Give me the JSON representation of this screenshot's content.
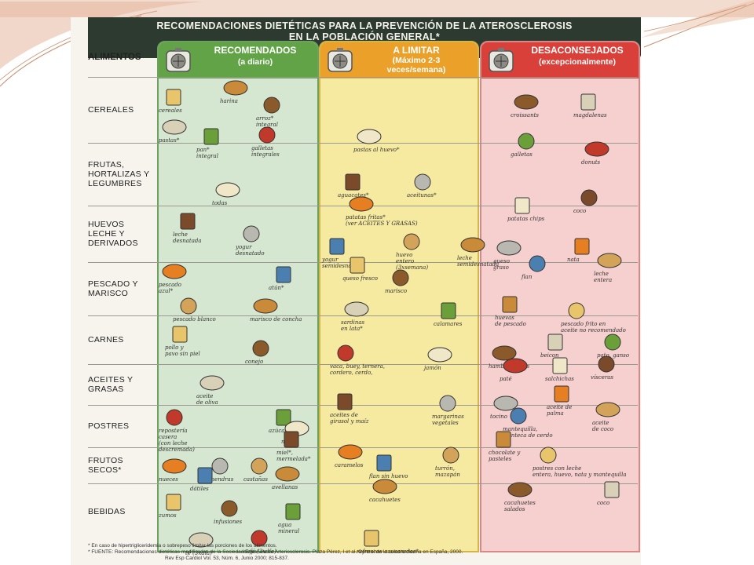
{
  "title": {
    "line1": "RECOMENDACIONES DIETÉTICAS PARA LA PREVENCIÓN DE LA ATEROSCLEROSIS",
    "line2": "EN LA POBLACIÓN GENERAL*"
  },
  "columns": {
    "aliments": "ALIMENTOS",
    "recommended": {
      "label": "RECOMENDADOS",
      "sub": "(a diario)"
    },
    "limit": {
      "label": "A LIMITAR",
      "sub1": "(Máximo 2-3",
      "sub2": "veces/semana)"
    },
    "avoid": {
      "label": "DESACONSEJADOS",
      "sub": "(excepcionalmente)"
    }
  },
  "rows": [
    {
      "lines": [
        "CEREALES"
      ]
    },
    {
      "lines": [
        "FRUTAS,",
        "HORTALIZAS Y",
        "LEGUMBRES"
      ]
    },
    {
      "lines": [
        "HUEVOS",
        "LECHE Y",
        "DERIVADOS"
      ]
    },
    {
      "lines": [
        "PESCADO Y",
        "MARISCO"
      ]
    },
    {
      "lines": [
        "CARNES"
      ]
    },
    {
      "lines": [
        "ACEITES Y",
        "GRASAS"
      ]
    },
    {
      "lines": [
        "POSTRES"
      ]
    },
    {
      "lines": [
        "FRUTOS",
        "SECOS*"
      ]
    },
    {
      "lines": [
        "BEBIDAS"
      ]
    }
  ],
  "foods": {
    "green": [
      [
        "harina"
      ],
      [
        "cereales"
      ],
      [
        "arroz*",
        "integral"
      ],
      [
        "pastas*"
      ],
      [
        "pan*",
        "integral"
      ],
      [
        "galletas",
        "integrales"
      ],
      [
        "todas"
      ],
      [
        "leche",
        "desnatada"
      ],
      [
        "yogur",
        "desnatado"
      ],
      [
        "pescado",
        "azul*"
      ],
      [
        "atún*"
      ],
      [
        "pescado blanco"
      ],
      [
        "marisco de concha"
      ],
      [
        "pollo y",
        "pavo sin piel"
      ],
      [
        "conejo"
      ],
      [
        "aceite",
        "de oliva"
      ],
      [
        "azúcar*"
      ],
      [
        "repostería",
        "casera",
        "(con leche",
        "descremada)"
      ],
      [
        "miel"
      ],
      [
        "miel*,",
        "mermelada*"
      ],
      [
        "almendras"
      ],
      [
        "nueces"
      ],
      [
        "dátiles"
      ],
      [
        "castañas"
      ],
      [
        "avellanas"
      ],
      [
        "zumos"
      ],
      [
        "infusiones"
      ],
      [
        "té (3xdía)"
      ],
      [
        "agua",
        "mineral"
      ],
      [
        "café (3xdía)"
      ]
    ],
    "yellow": [
      [
        "pastas al huevo*"
      ],
      [
        "aguacates*"
      ],
      [
        "aceitunas*"
      ],
      [
        "patatas fritas*",
        "(ver ACEITES Y GRASAS)"
      ],
      [
        "yogur",
        "semidesnatado"
      ],
      [
        "huevo",
        "entero",
        "(3xsemana)"
      ],
      [
        "leche",
        "semidesnatada"
      ],
      [
        "queso fresco"
      ],
      [
        "marisco"
      ],
      [
        "sardinas",
        "en lata*"
      ],
      [
        "calamares"
      ],
      [
        "vaca, buey, ternera,",
        "cordero, cerdo,"
      ],
      [
        "jamón"
      ],
      [
        "aceites de",
        "girasol y maíz"
      ],
      [
        "margarinas",
        "vegetales"
      ],
      [
        "caramelos"
      ],
      [
        "flan sin huevo"
      ],
      [
        "turrón,",
        "mazapán"
      ],
      [
        "cacahuetes"
      ],
      [
        "refrescos azucarados*"
      ]
    ],
    "red": [
      [
        "croissants"
      ],
      [
        "magdalenas"
      ],
      [
        "galletas"
      ],
      [
        "donuts"
      ],
      [
        "patatas chips"
      ],
      [
        "coco"
      ],
      [
        "queso",
        "graso"
      ],
      [
        "nata"
      ],
      [
        "flan"
      ],
      [
        "leche",
        "entera"
      ],
      [
        "huevas",
        "de pescado"
      ],
      [
        "pescado frito en",
        "aceite no recomendado"
      ],
      [
        "hamburguesas"
      ],
      [
        "beicon"
      ],
      [
        "pato, ganso"
      ],
      [
        "paté"
      ],
      [
        "salchichas"
      ],
      [
        "vísceras"
      ],
      [
        "tocino"
      ],
      [
        "aceite de",
        "palma"
      ],
      [
        "mantequilla,",
        "manteca de cerdo"
      ],
      [
        "aceite",
        "de coco"
      ],
      [
        "chocolate y",
        "pasteles"
      ],
      [
        "postres con leche",
        "entera, huevo, nata y mantequilla"
      ],
      [
        "cacahuetes",
        "salados"
      ],
      [
        "coco"
      ]
    ]
  },
  "footnotes": [
    "* En caso de hipertrigliceridemia o sobrepeso limitar las porciones de los alimentos.",
    "* FUENTE: Recomendaciones dietéticas modificadas de la Sociedad Española de Arteriosclerosis. Plaza Pérez, I et al. Control de la colesterolemia en España, 2000.",
    "Rev Esp Cardiol Vol. 53, Núm. 6, Junio 2000; 815-837."
  ],
  "colors": {
    "green": "#62a347",
    "yellow": "#eba02a",
    "red": "#d9403a",
    "title_bg": "#2d3a2f"
  }
}
